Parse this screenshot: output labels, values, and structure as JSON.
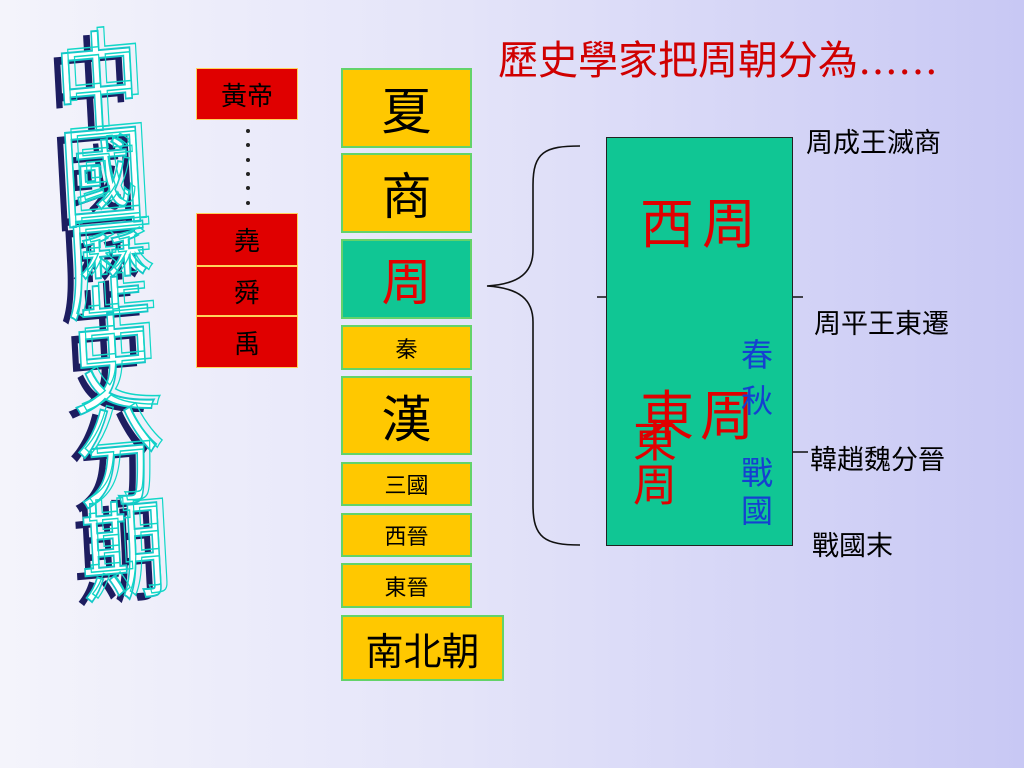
{
  "title_vertical": "中國歷史分期",
  "header": "歷史學家把周朝分為……",
  "legendary": {
    "top": "黃帝",
    "dots": "……",
    "rulers": [
      "堯",
      "舜",
      "禹"
    ]
  },
  "dynasties": {
    "xia": "夏",
    "shang": "商",
    "zhou": "周",
    "qin": "秦",
    "han": "漢",
    "sanguo": "三國",
    "xijin": "西晉",
    "dongjin": "東晉",
    "nanbeichao": "南北朝"
  },
  "zhou_split": {
    "western": "西周",
    "eastern": "東周",
    "eastern_vertical": "東周",
    "chunqiu": "春秋",
    "zhanguo": "戰國"
  },
  "notes": {
    "start": "周成王滅商",
    "move_east": "周平王東遷",
    "split_jin": "韓趙魏分晉",
    "end": "戰國末"
  },
  "colors": {
    "red_box": "#e00000",
    "dynasty_box": "#ffc800",
    "zhou_green": "#10c694",
    "header_red": "#d00000",
    "blue_text": "#1540d0"
  }
}
